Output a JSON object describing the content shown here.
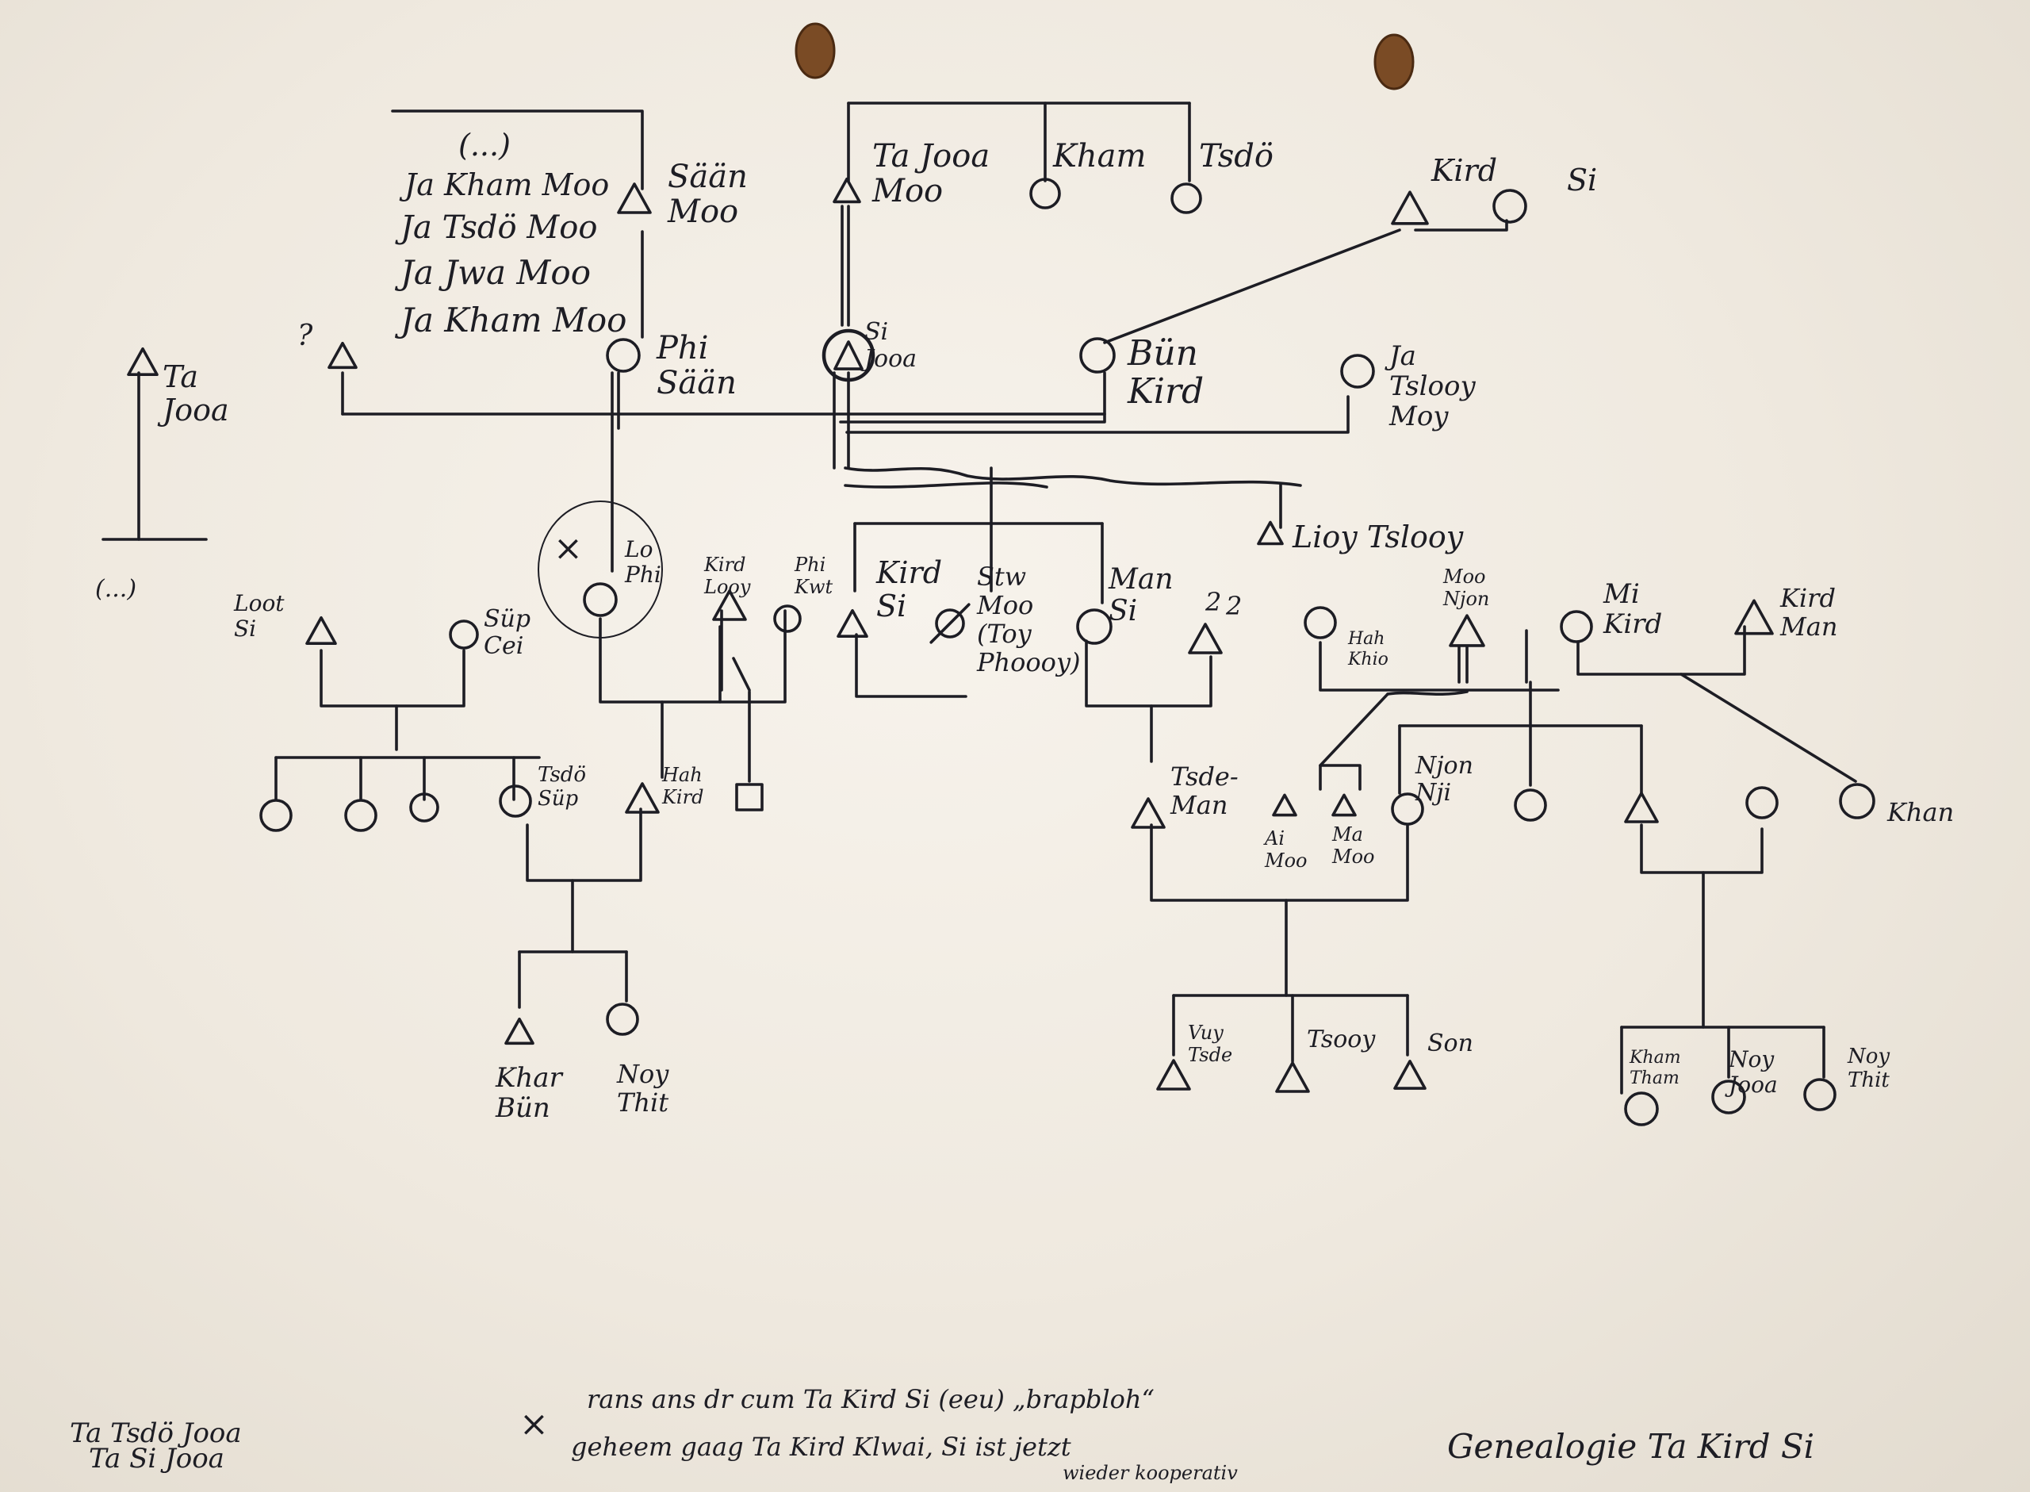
{
  "title": "Genealogie Ta Kird Si",
  "nodes": [
    {
      "id": "saan_moo",
      "shape": "triangle",
      "label": [
        "Sään",
        "Moo"
      ]
    },
    {
      "id": "ta_jooa_moo",
      "shape": "triangle",
      "label": [
        "Ta Jooa",
        "Moo"
      ]
    },
    {
      "id": "kham",
      "shape": "circle",
      "label": [
        "Kham"
      ]
    },
    {
      "id": "tsdo",
      "shape": "circle",
      "label": [
        "Tsdö"
      ]
    },
    {
      "id": "kird",
      "shape": "triangle",
      "label": [
        "Kird"
      ]
    },
    {
      "id": "si",
      "shape": "circle",
      "label": [
        "Si"
      ]
    },
    {
      "id": "unknown_q",
      "shape": "triangle",
      "label": [
        "?"
      ]
    },
    {
      "id": "phi_saan",
      "shape": "circle",
      "label": [
        "Phi",
        "Sään"
      ]
    },
    {
      "id": "si_jooa",
      "shape": "circle-triangle",
      "label": [
        "Si",
        "Jooa"
      ]
    },
    {
      "id": "bun_kird",
      "shape": "circle",
      "label": [
        "Bün",
        "Kird"
      ]
    },
    {
      "id": "ja_tslooy_moy",
      "shape": "circle",
      "label": [
        "Ja",
        "Tslooy",
        "Moy"
      ]
    },
    {
      "id": "ta_jooa_left",
      "shape": "triangle",
      "label": [
        "Ta",
        "Jooa"
      ]
    },
    {
      "id": "lioy_tslooy",
      "shape": "triangle",
      "label": [
        "Lioy Tslooy"
      ]
    },
    {
      "id": "lo_pi",
      "shape": "circle",
      "label": [
        "Lo",
        "Phi"
      ]
    },
    {
      "id": "kird_looy",
      "shape": "triangle",
      "label": [
        "Kird",
        "Looy"
      ]
    },
    {
      "id": "phi_kwt",
      "shape": "circle",
      "label": [
        "Phi",
        "Kwt"
      ]
    },
    {
      "id": "kird_si",
      "shape": "triangle",
      "label": [
        "Kird",
        "Si"
      ]
    },
    {
      "id": "stw_moo",
      "shape": "circle-crossed",
      "label": [
        "Stw",
        "Moo",
        "(Toy",
        "Phoooy)"
      ]
    },
    {
      "id": "man_si",
      "shape": "circle",
      "label": [
        "Man",
        "Si"
      ]
    },
    {
      "id": "unknown_2a",
      "shape": "triangle",
      "label": [
        "2"
      ]
    },
    {
      "id": "loot_si",
      "shape": "triangle",
      "label": [
        "Loot",
        "Si"
      ]
    },
    {
      "id": "sup_cei",
      "shape": "circle",
      "label": [
        "Süp",
        "Cei"
      ]
    },
    {
      "id": "hah_khio",
      "shape": "circle",
      "label": [
        "Hah",
        "Khio"
      ]
    },
    {
      "id": "moo_njon",
      "shape": "triangle",
      "label": [
        "Moo",
        "Njon"
      ]
    },
    {
      "id": "mi_kird",
      "shape": "circle",
      "label": [
        "Mi",
        "Kird"
      ]
    },
    {
      "id": "kird_man",
      "shape": "triangle",
      "label": [
        "Kird",
        "Man"
      ]
    },
    {
      "id": "tsdo_sup",
      "shape": "circle",
      "label": [
        "Tsdö",
        "Süp"
      ]
    },
    {
      "id": "hah_kird",
      "shape": "triangle",
      "label": [
        "Hah",
        "Kird"
      ]
    },
    {
      "id": "tsde_man",
      "shape": "triangle",
      "label": [
        "Tsde-",
        "Man"
      ]
    },
    {
      "id": "ai_moo",
      "shape": "triangle",
      "label": [
        "Ai",
        "Moo"
      ]
    },
    {
      "id": "ma_moo",
      "shape": "triangle",
      "label": [
        "Ma",
        "Moo"
      ]
    },
    {
      "id": "njon_nji",
      "shape": "circle",
      "label": [
        "Njon",
        "Nji"
      ]
    },
    {
      "id": "khan",
      "shape": "circle",
      "label": [
        "Khan"
      ]
    },
    {
      "id": "khar_bun",
      "shape": "triangle",
      "label": [
        "Khar",
        "Bün"
      ]
    },
    {
      "id": "noy_thit_left",
      "shape": "circle",
      "label": [
        "Noy",
        "Thit"
      ]
    },
    {
      "id": "vuy_tsde",
      "shape": "triangle",
      "label": [
        "Vuy",
        "Tsde"
      ]
    },
    {
      "id": "tsooy",
      "shape": "triangle",
      "label": [
        "Tsooy"
      ]
    },
    {
      "id": "son",
      "shape": "triangle",
      "label": [
        "Son"
      ]
    },
    {
      "id": "kham_tham",
      "shape": "circle",
      "label": [
        "Kham",
        "Tham"
      ]
    },
    {
      "id": "noy_jooa",
      "shape": "circle",
      "label": [
        "Noy",
        "Jooa"
      ]
    },
    {
      "id": "noy_thit_right",
      "shape": "circle",
      "label": [
        "Noy",
        "Thit"
      ]
    }
  ],
  "texts": {
    "wife_list": [
      "(...)",
      "Ja Kham Moo",
      "Ja Tsdö Moo",
      "Ja Jwa Moo",
      "Ja Kham Moo"
    ],
    "ellipsis_left": "(...)",
    "unknown_2b": "2",
    "bottom_left": [
      "Ta Tsdö Jooa",
      "Ta Si Jooa"
    ],
    "footnote": [
      "rans ans dr cum Ta Kird Si (eeu) „brapbloh“",
      "geheem gaag Ta Kird Klwai, Si ist jetzt",
      "wieder kooperativ"
    ],
    "footnote_mark": "×",
    "lo_pi_mark": "×"
  }
}
